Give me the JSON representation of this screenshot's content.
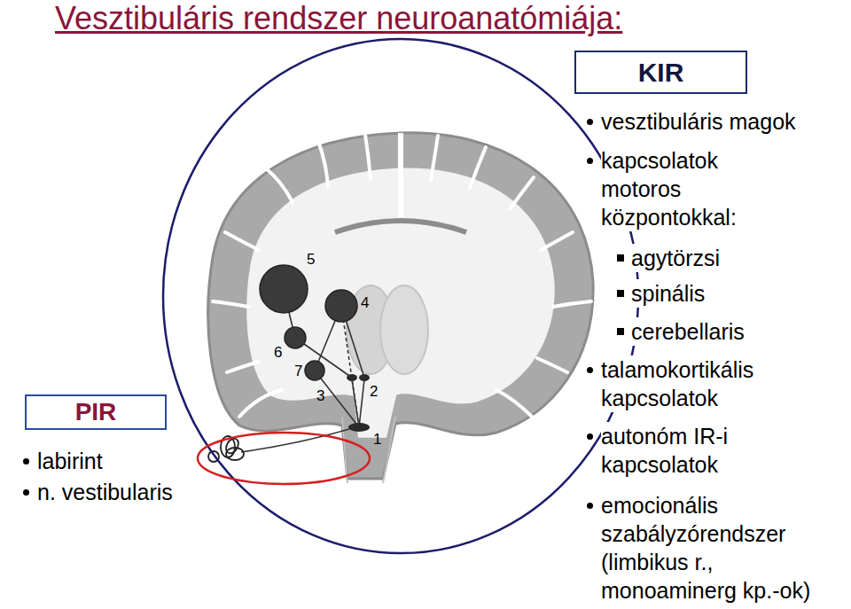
{
  "diagram": {
    "title": "Vesztibuláris rendszer neuroanatómiája:",
    "nodes": [
      {
        "text": [
          "KIR"
        ]
      },
      {
        "text": [
          "PIR"
        ]
      }
    ],
    "labels": [
      "vesztibuláris magok",
      "kapcsolatok motoros központokkal:",
      "agytörzsi",
      "spinális",
      "cerebellaris",
      "talamokortikális kapcsolatok",
      "autonóm IR-i kapcsolatok",
      "emocionális szabályzórendszer (limbikus r., monoaminerg kp.-ok)",
      "labirint",
      "n. vestibularis",
      "5",
      "4",
      "6",
      "7",
      "3",
      "2",
      "1"
    ]
  }
}
